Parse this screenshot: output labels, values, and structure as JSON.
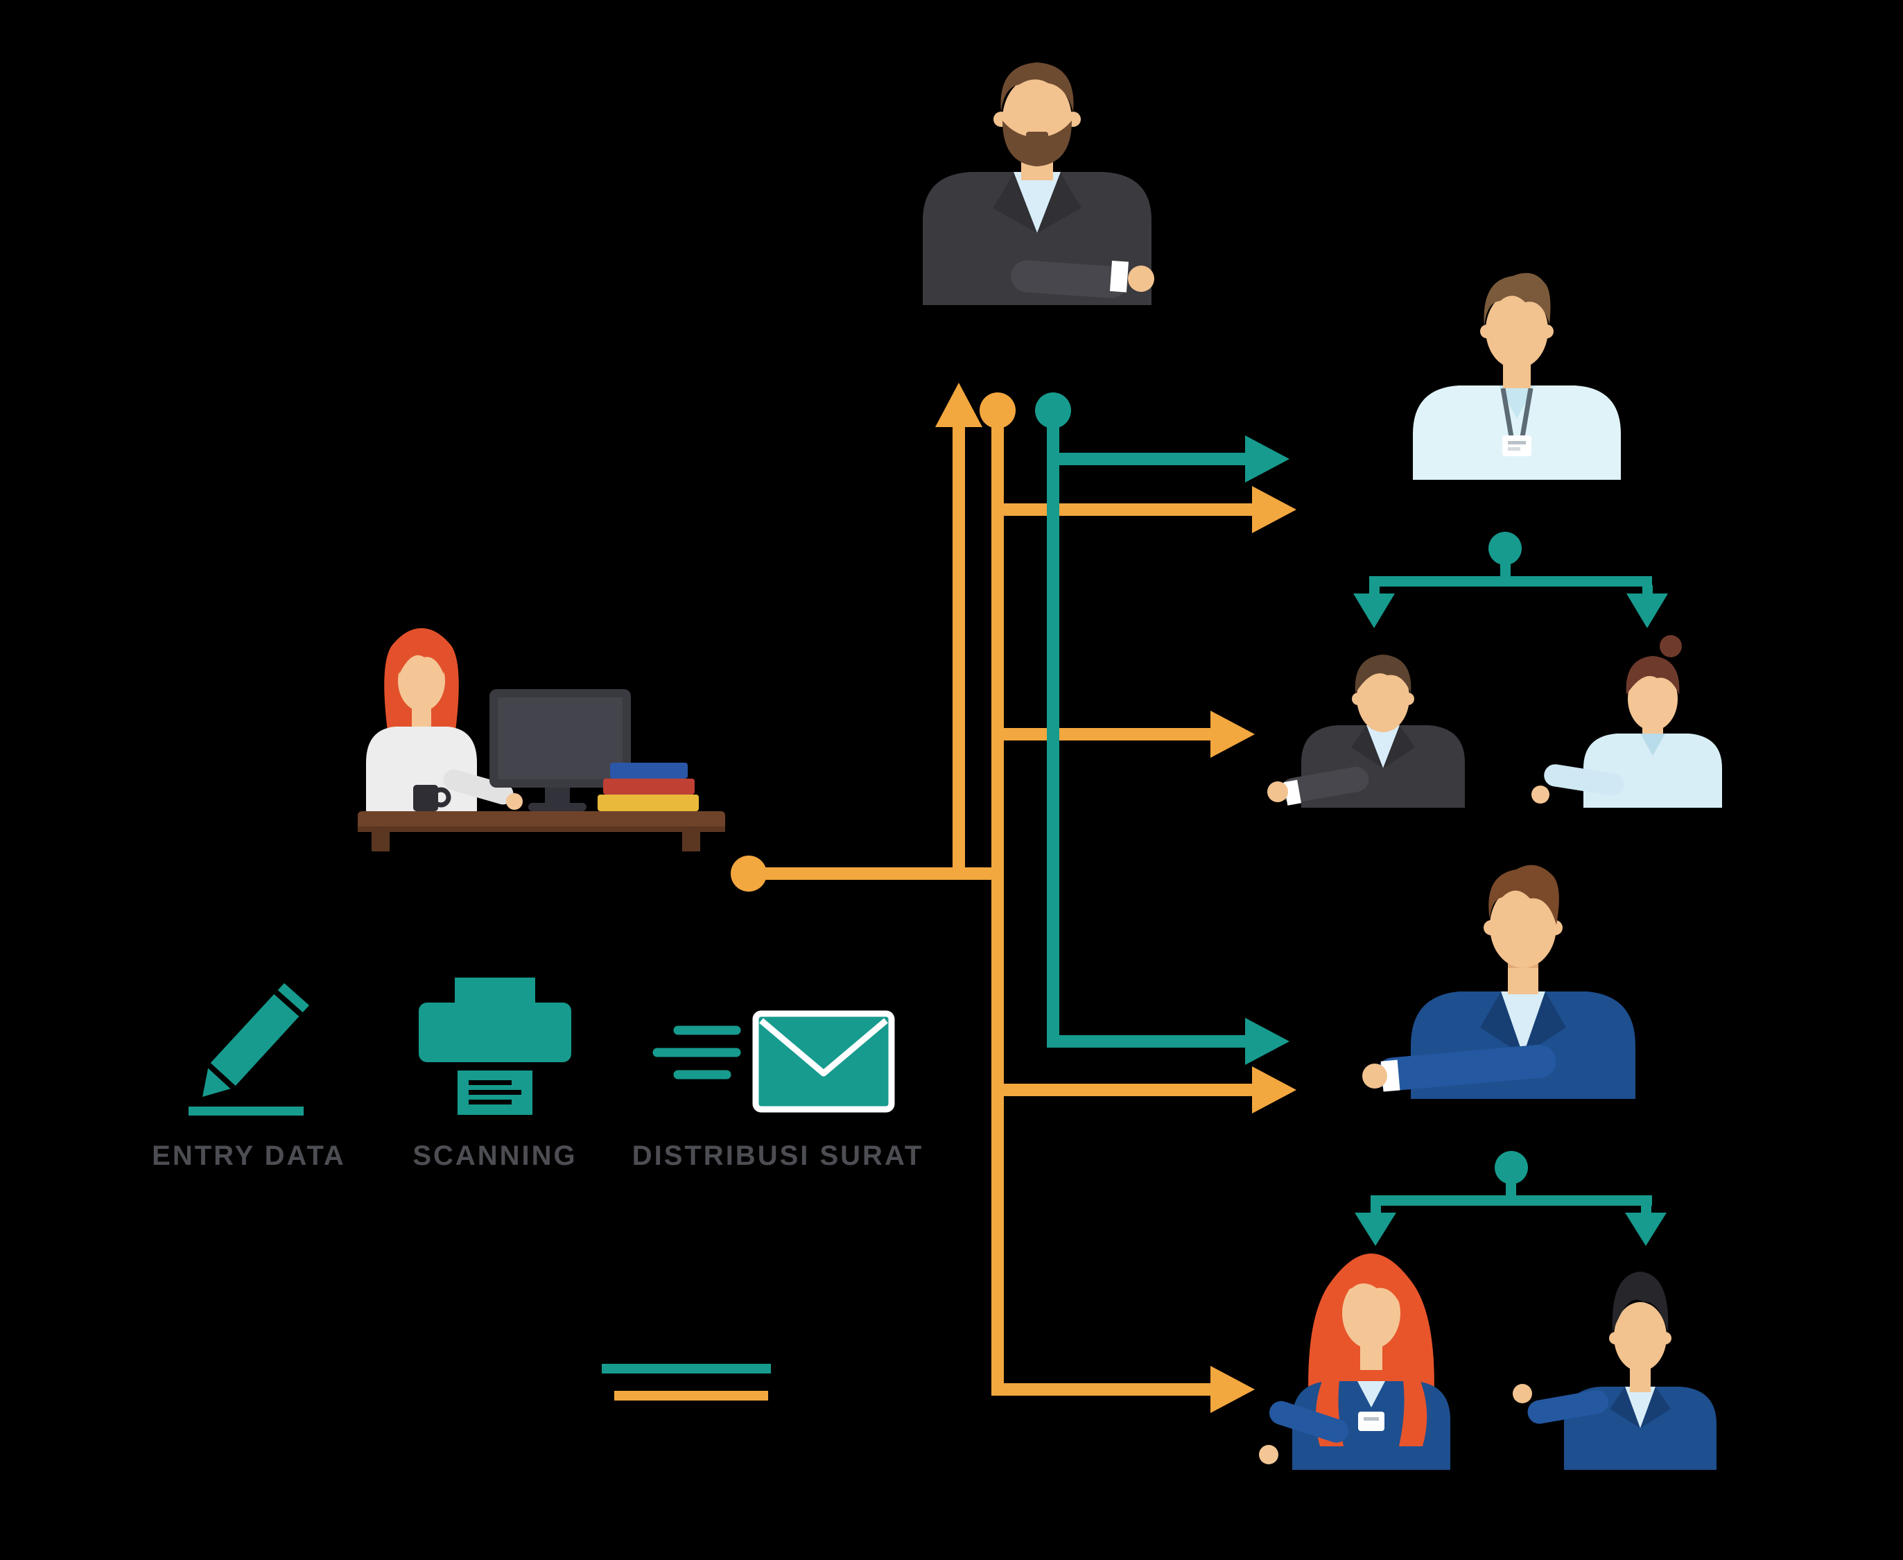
{
  "diagram": {
    "type": "workflow-infographic",
    "background": "#000000",
    "colors": {
      "orange_flow": "#F3A73F",
      "teal_flow": "#179B8E",
      "label_text": "#4D4E53",
      "skin": "#F2C28F",
      "navy_suit": "#1E4F8F",
      "dark_suit": "#3A3A3F",
      "red_hair": "#E8552B",
      "desk_brown": "#6F432A"
    },
    "process_labels": [
      {
        "id": "entry_data",
        "label": "ENTRY DATA",
        "icon": "pen-icon"
      },
      {
        "id": "scanning",
        "label": "SCANNING",
        "icon": "printer-icon"
      },
      {
        "id": "distribusi_surat",
        "label": "DISTRIBUSI SURAT",
        "icon": "envelope-icon"
      }
    ],
    "legend": {
      "lines": [
        {
          "name": "teal-line",
          "color": "#179B8E"
        },
        {
          "name": "orange-line",
          "color": "#F3A73F"
        }
      ]
    },
    "figures": [
      "director-top-center",
      "secretary-at-desk",
      "staff-light-shirt-badge",
      "staff-dark-suit",
      "staff-woman-light-blouse",
      "manager-blue-suit",
      "staff-woman-red-hair",
      "staff-man-black-hair"
    ]
  }
}
